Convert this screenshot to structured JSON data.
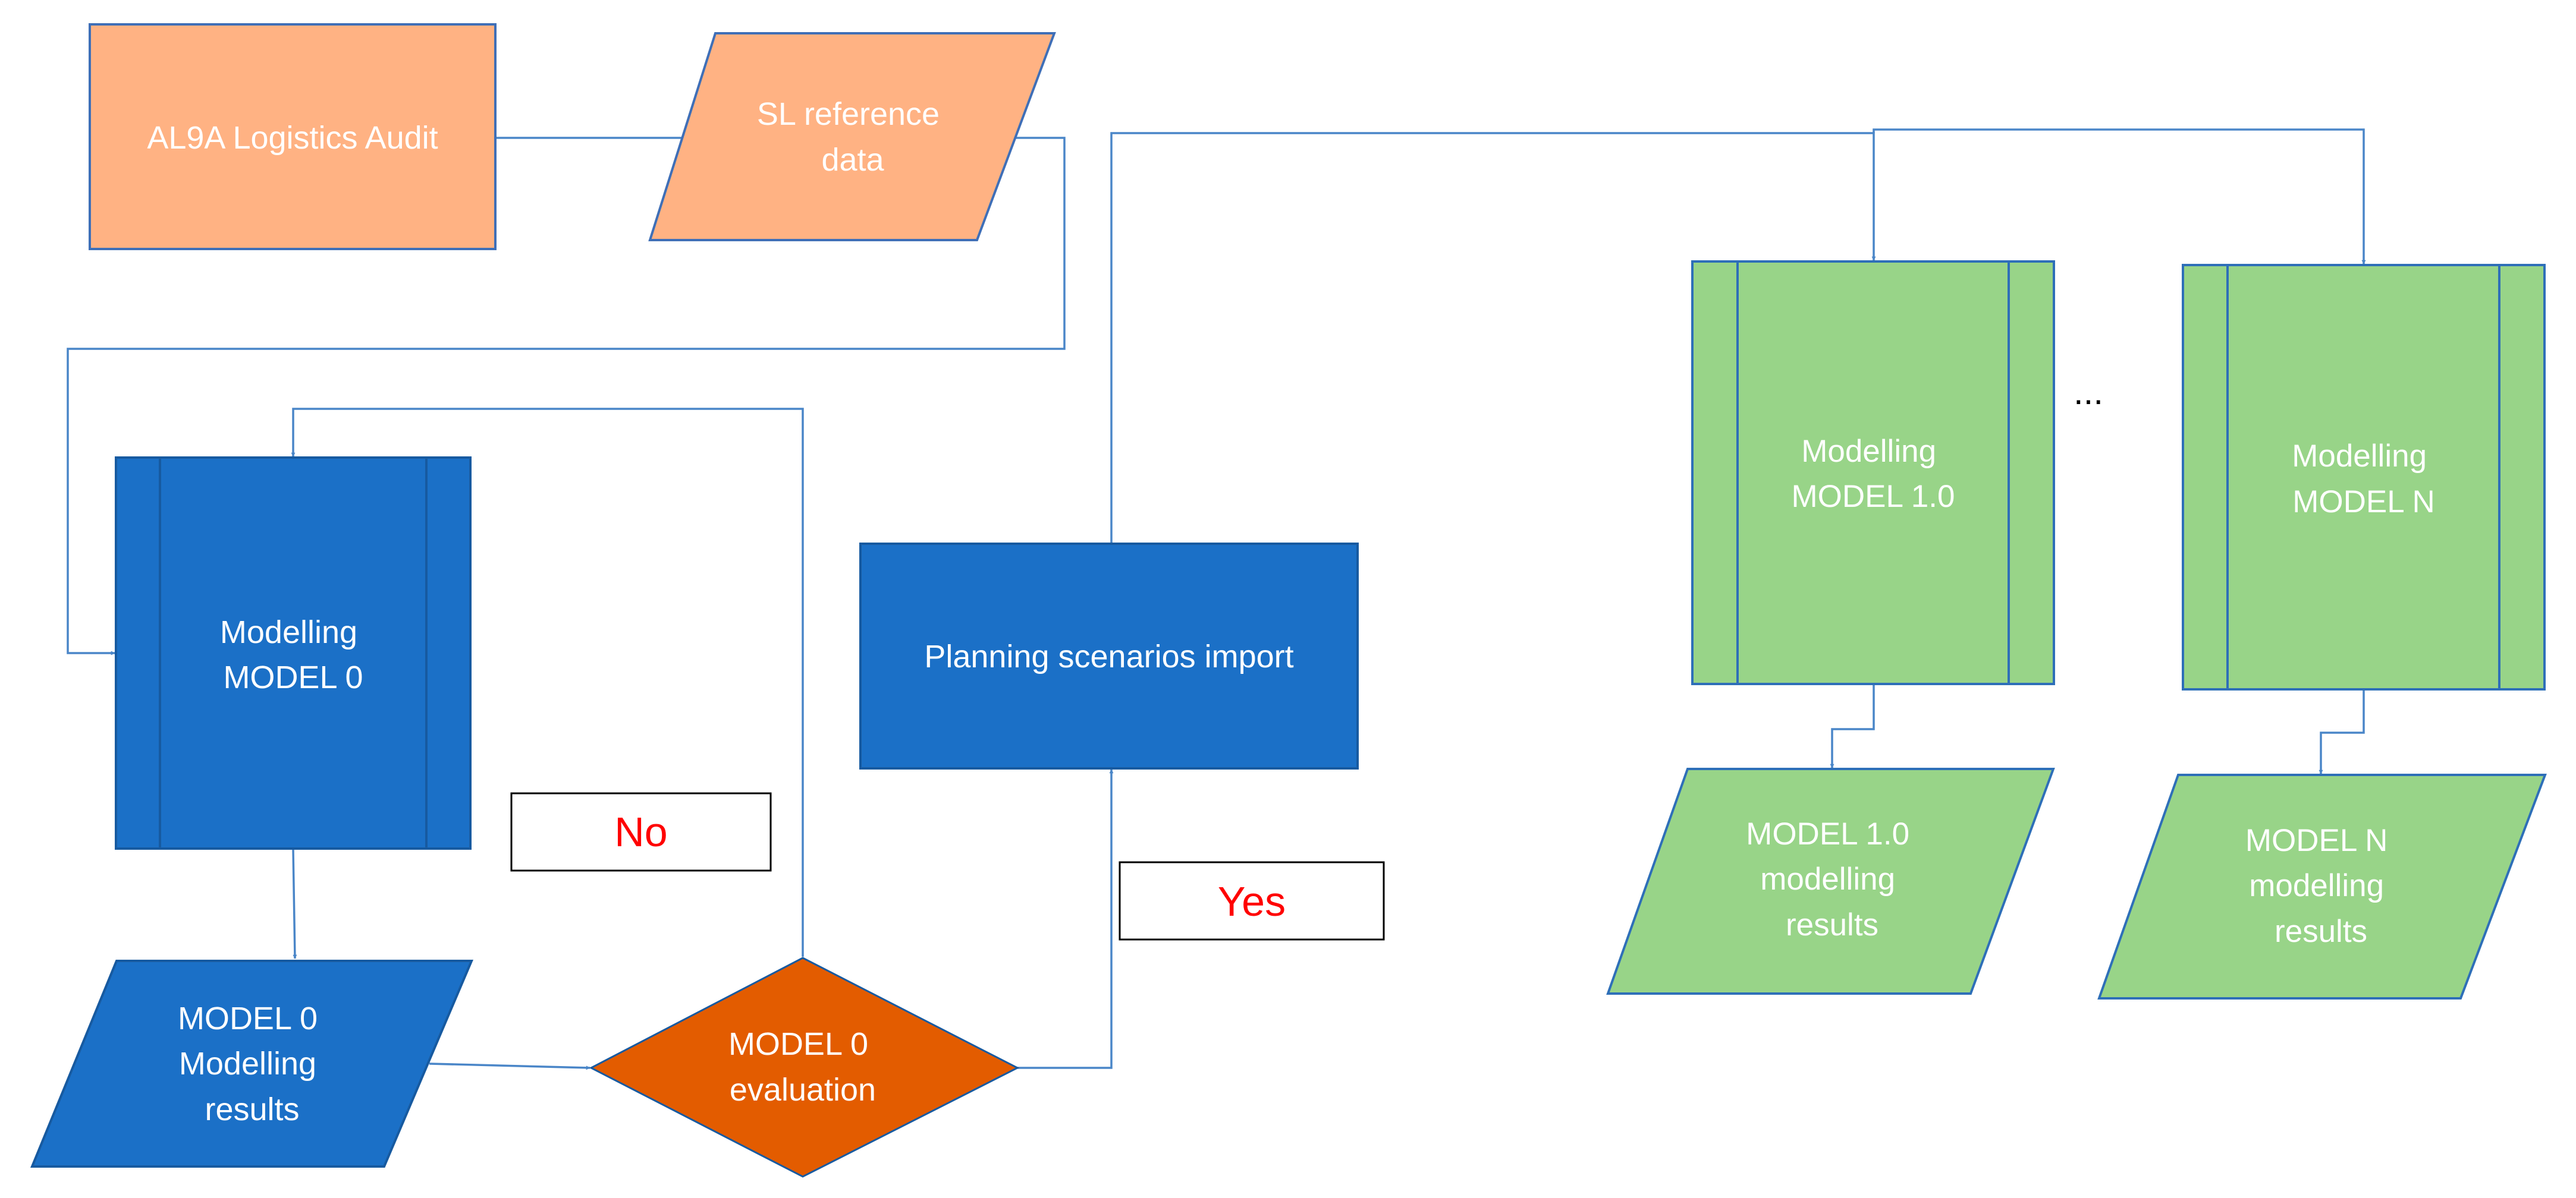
{
  "colors": {
    "orange_light": "#ffb283",
    "orange_stroke": "#3f6fb7",
    "blue": "#1b70c7",
    "blue_stroke": "#175aa0",
    "orange_dark": "#e35c00",
    "green": "#98d488",
    "green_stroke": "#2e6fb8",
    "connector": "#4a86c8",
    "decision_text": "#ff0000"
  },
  "nodes": {
    "audit": {
      "lines": [
        "AL9A Logistics Audit"
      ]
    },
    "sl_reference": {
      "lines": [
        "SL reference",
        "data"
      ]
    },
    "model0": {
      "lines": [
        "Modelling",
        "MODEL 0"
      ]
    },
    "model0_results": {
      "lines": [
        "MODEL 0",
        "Modelling",
        "results"
      ]
    },
    "model0_evaluation": {
      "lines": [
        "MODEL 0",
        "evaluation"
      ]
    },
    "planning_import": {
      "lines": [
        "Planning scenarios import"
      ]
    },
    "model1": {
      "lines": [
        "Modelling",
        "MODEL 1.0"
      ]
    },
    "model1_results": {
      "lines": [
        "MODEL 1.0",
        "modelling",
        "results"
      ]
    },
    "modelN": {
      "lines": [
        "Modelling",
        "MODEL N"
      ]
    },
    "modelN_results": {
      "lines": [
        "MODEL N",
        "modelling",
        "results"
      ]
    }
  },
  "labels": {
    "no": "No",
    "yes": "Yes",
    "ellipsis": "..."
  }
}
